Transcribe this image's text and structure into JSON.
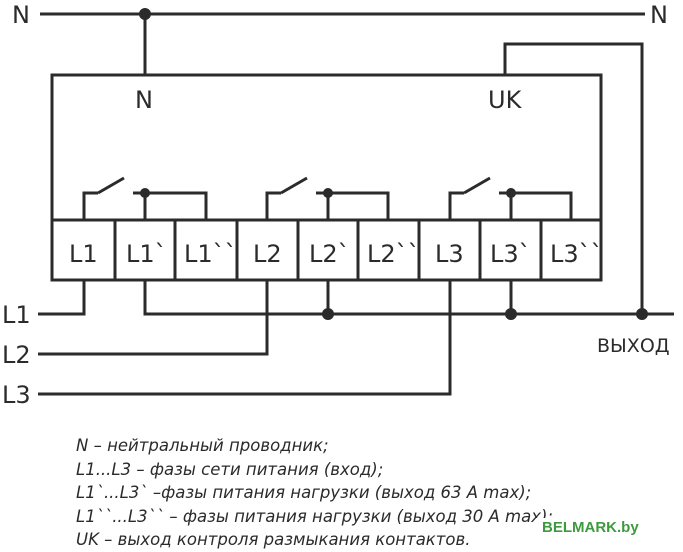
{
  "wires": {
    "n_left": "N",
    "n_right": "N",
    "l1": "L1",
    "l2": "L2",
    "l3": "L3",
    "output": "ВЫХОД"
  },
  "device": {
    "n_label": "N",
    "uk_label": "UK"
  },
  "terminals": [
    "L1",
    "L1`",
    "L1``",
    "L2",
    "L2`",
    "L2``",
    "L3",
    "L3`",
    "L3``"
  ],
  "legend": [
    "N – нейтральный проводник;",
    "L1...L3 – фазы сети питания (вход);",
    "L1`...L3` –фазы питания нагрузки (выход 63 A max);",
    "L1``...L3`` – фазы питания нагрузки (выход 30 A max);",
    "UK – выход контроля размыкания контактов."
  ],
  "watermark": "BELMARK.by"
}
